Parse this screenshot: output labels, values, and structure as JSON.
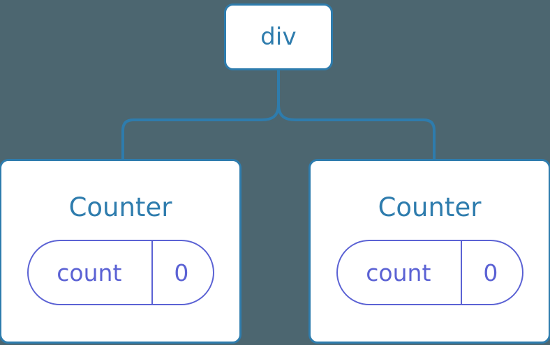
{
  "diagram": {
    "type": "component-tree",
    "background_color": "#4c6670",
    "node_border_color": "#2e7cad",
    "node_text_color": "#2e7cad",
    "node_fill_color": "#ffffff",
    "state_accent_color": "#5b62d4",
    "connector_color": "#2e7cad"
  },
  "root": {
    "label": "div"
  },
  "children": [
    {
      "label": "Counter",
      "state": {
        "key": "count",
        "value": "0"
      }
    },
    {
      "label": "Counter",
      "state": {
        "key": "count",
        "value": "0"
      }
    }
  ]
}
